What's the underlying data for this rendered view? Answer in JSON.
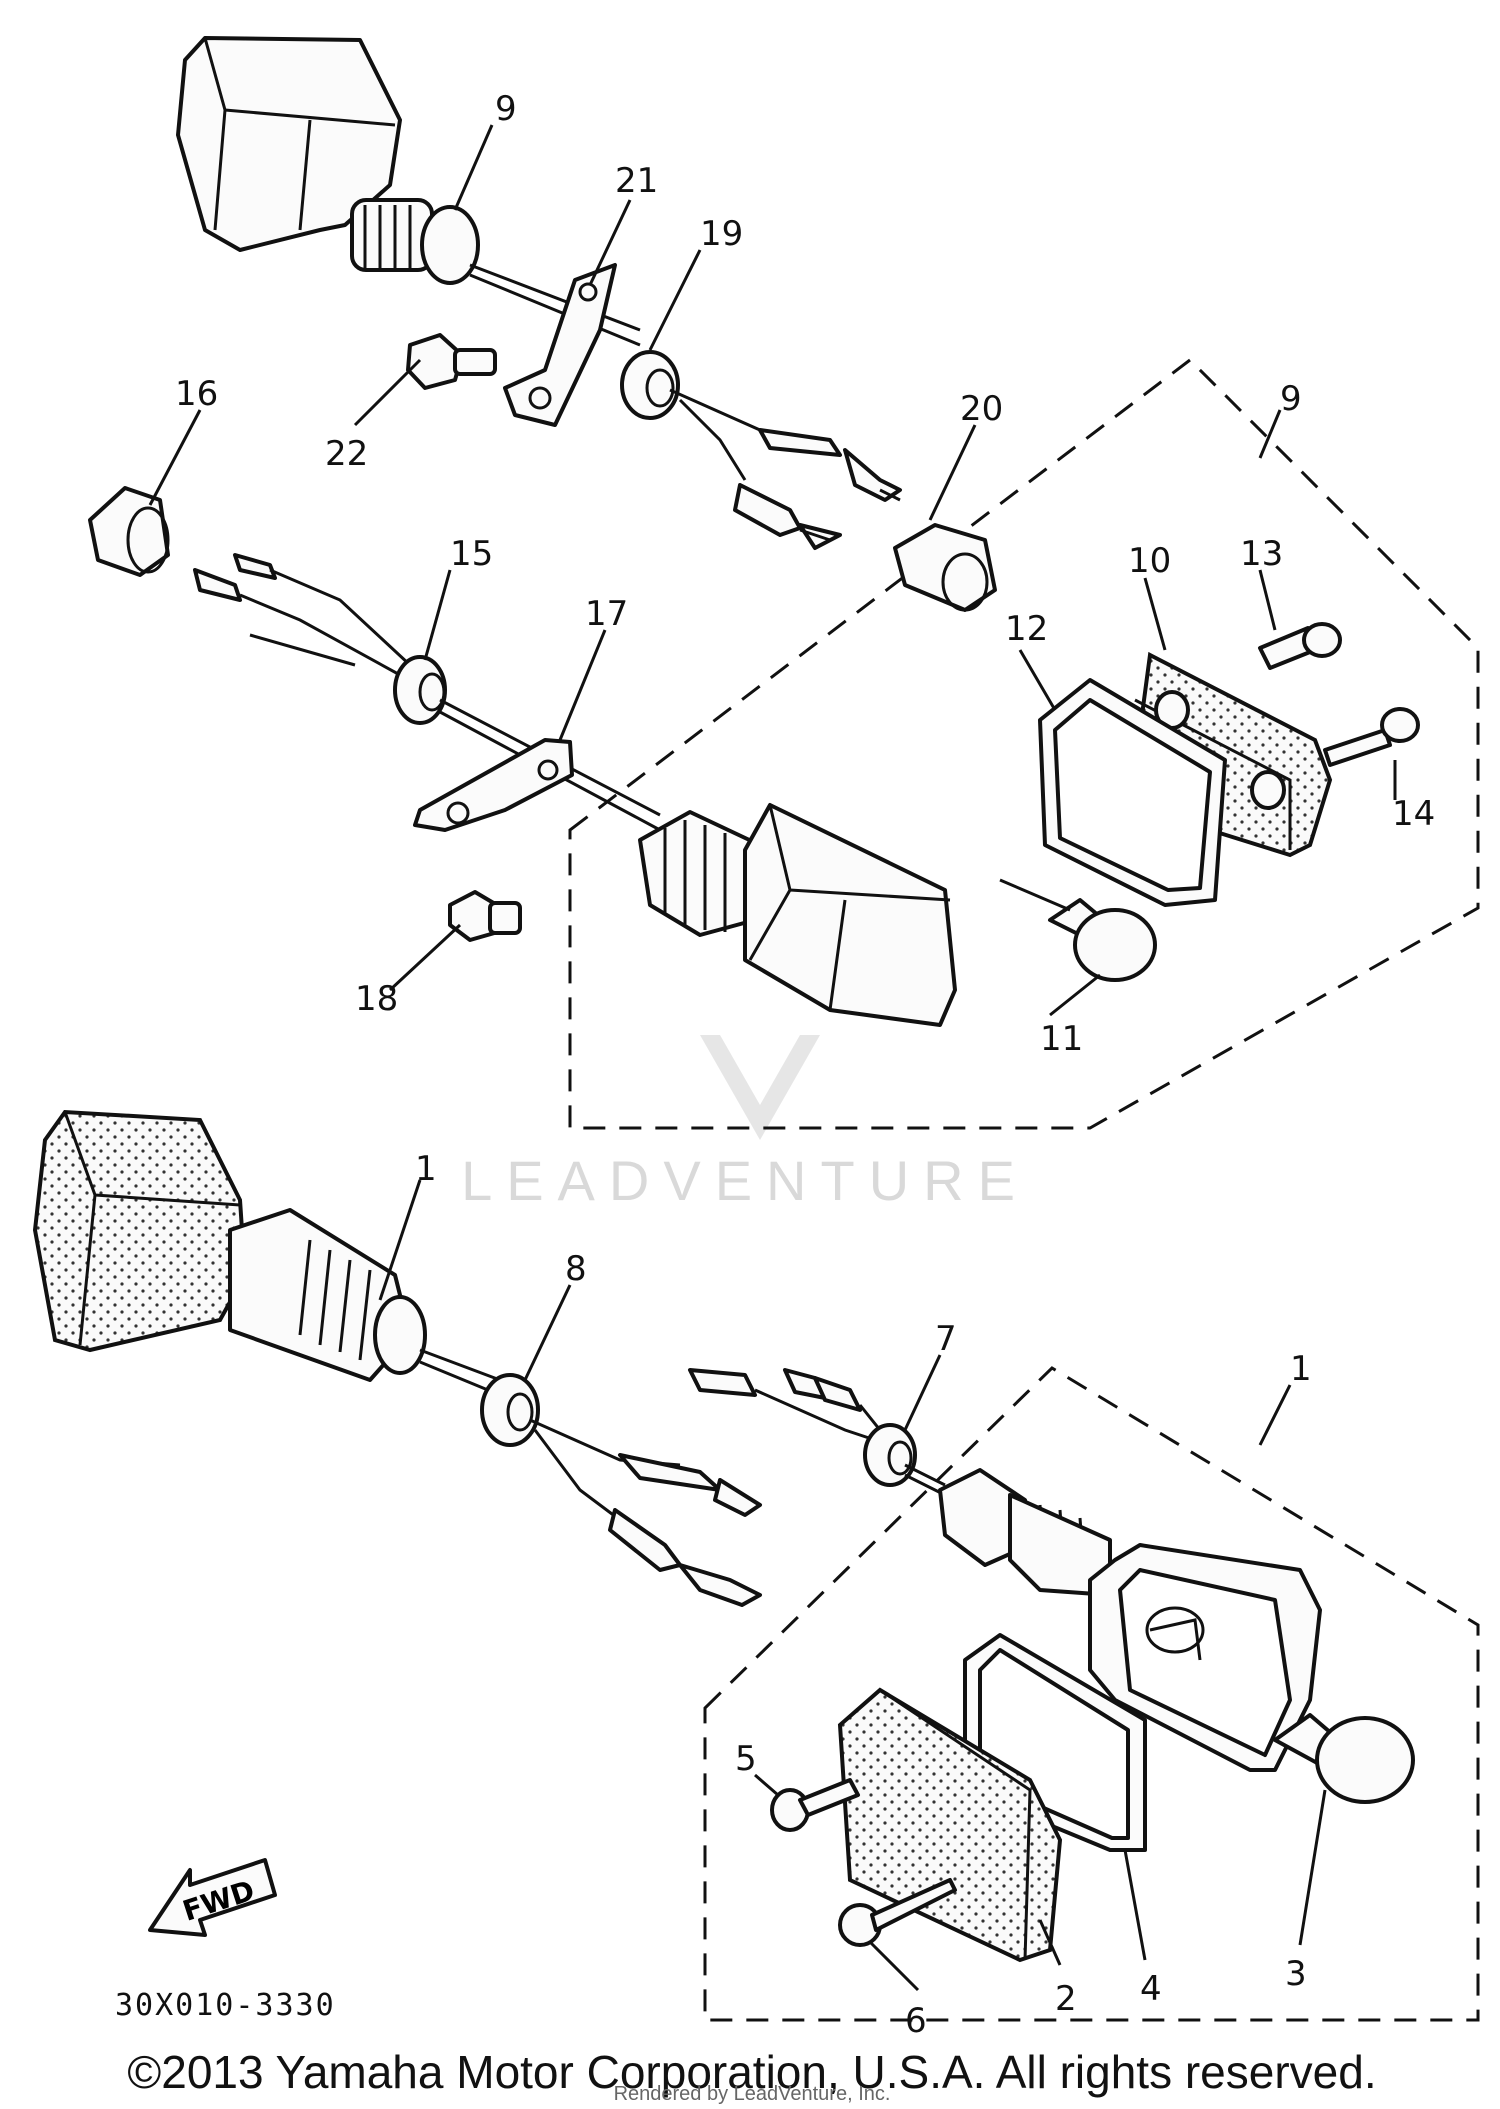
{
  "diagram": {
    "callouts": [
      {
        "id": "c9a",
        "label": "9"
      },
      {
        "id": "c21",
        "label": "21"
      },
      {
        "id": "c19",
        "label": "19"
      },
      {
        "id": "c16",
        "label": "16"
      },
      {
        "id": "c22",
        "label": "22"
      },
      {
        "id": "c20",
        "label": "20"
      },
      {
        "id": "c9b",
        "label": "9"
      },
      {
        "id": "c15",
        "label": "15"
      },
      {
        "id": "c17",
        "label": "17"
      },
      {
        "id": "c10",
        "label": "10"
      },
      {
        "id": "c13",
        "label": "13"
      },
      {
        "id": "c12",
        "label": "12"
      },
      {
        "id": "c14",
        "label": "14"
      },
      {
        "id": "c18",
        "label": "18"
      },
      {
        "id": "c11",
        "label": "11"
      },
      {
        "id": "c1a",
        "label": "1"
      },
      {
        "id": "c8",
        "label": "8"
      },
      {
        "id": "c7",
        "label": "7"
      },
      {
        "id": "c1b",
        "label": "1"
      },
      {
        "id": "c5",
        "label": "5"
      },
      {
        "id": "c3",
        "label": "3"
      },
      {
        "id": "c4",
        "label": "4"
      },
      {
        "id": "c2",
        "label": "2"
      },
      {
        "id": "c6",
        "label": "6"
      }
    ],
    "fwd_label": "FWD",
    "diagram_code": "30X010-3330",
    "watermark": "LEADVENTURE",
    "copyright": "©2013 Yamaha Motor Corporation, U.S.A. All rights reserved.",
    "rendered_by": "Rendered by LeadVenture, Inc."
  }
}
